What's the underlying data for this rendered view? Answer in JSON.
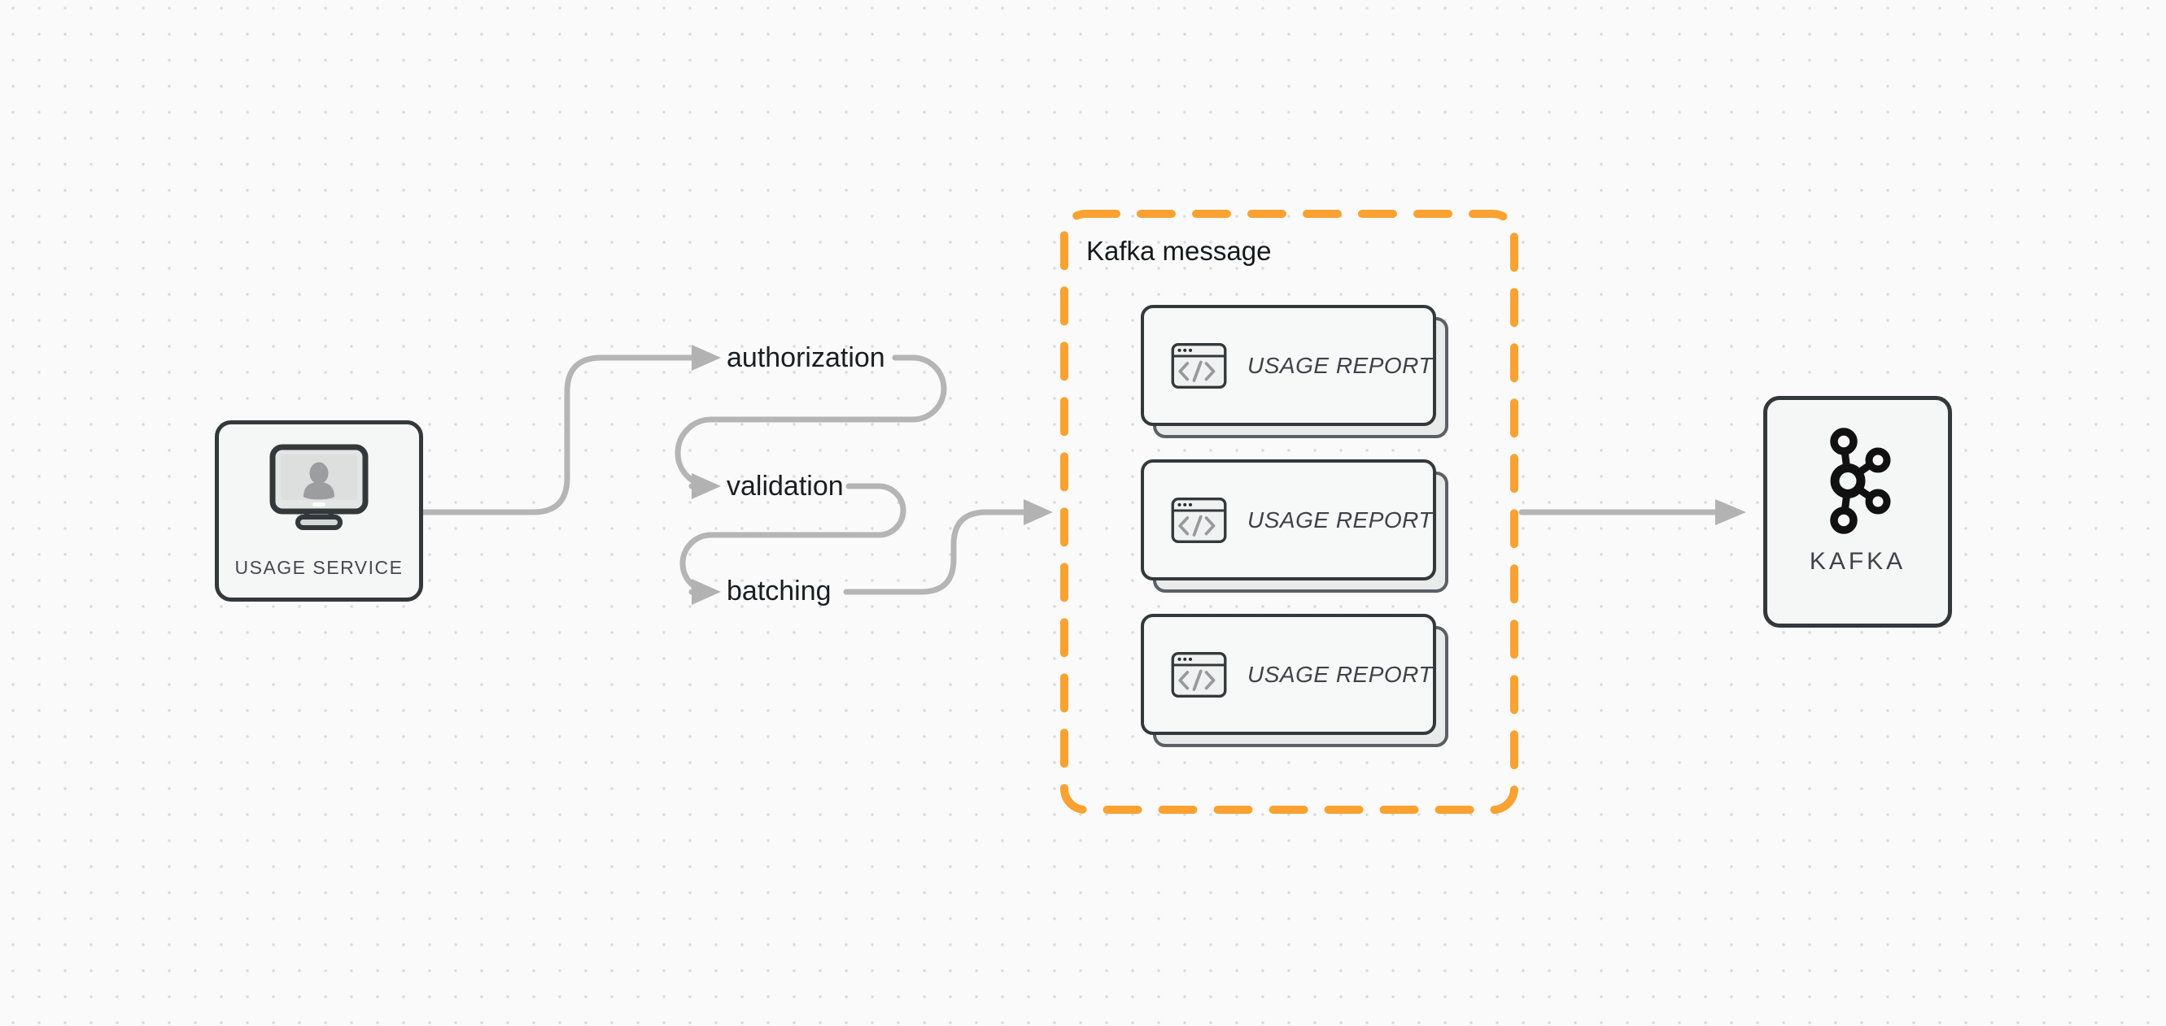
{
  "canvas": {
    "background": "#fafafa",
    "dot_color": "#dbdbdb"
  },
  "palette": {
    "accent_orange": "#f9a231",
    "arrow_gray": "#b5b5b5",
    "node_border": "#33383b",
    "node_fill": "#f5f6f6",
    "label_dark": "#1b1d1f",
    "caps_gray": "#45494e"
  },
  "source_node": {
    "label": "USAGE SERVICE",
    "icon": "monitor-user-icon"
  },
  "pipeline_steps": [
    {
      "label": "authorization"
    },
    {
      "label": "validation"
    },
    {
      "label": "batching"
    }
  ],
  "message_group": {
    "title": "Kafka message",
    "cards": [
      {
        "label": "USAGE REPORT",
        "icon": "code-window-icon"
      },
      {
        "label": "USAGE REPORT",
        "icon": "code-window-icon"
      },
      {
        "label": "USAGE REPORT",
        "icon": "code-window-icon"
      }
    ]
  },
  "sink_node": {
    "label": "KAFKA",
    "icon": "kafka-logo-icon"
  }
}
